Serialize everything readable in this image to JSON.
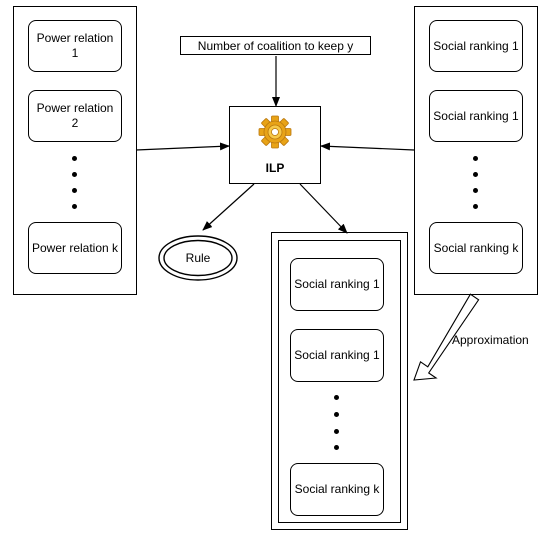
{
  "top_input": "Number of coalition to keep y",
  "ilp_label": "ILP",
  "rule_label": "Rule",
  "approximation_label": "Approximation",
  "left_column": [
    "Power relation\n1",
    "Power relation\n2",
    "Power relation k"
  ],
  "right_column": [
    "Social ranking 1",
    "Social ranking 1",
    "Social ranking k"
  ],
  "output_column": [
    "Social ranking 1",
    "Social ranking 1",
    "Social ranking k"
  ],
  "icons": {
    "ilp": "gear-icon"
  },
  "colors": {
    "gear_outer": "#E8A317",
    "gear_inner": "#F7C948",
    "stroke": "#000000"
  }
}
